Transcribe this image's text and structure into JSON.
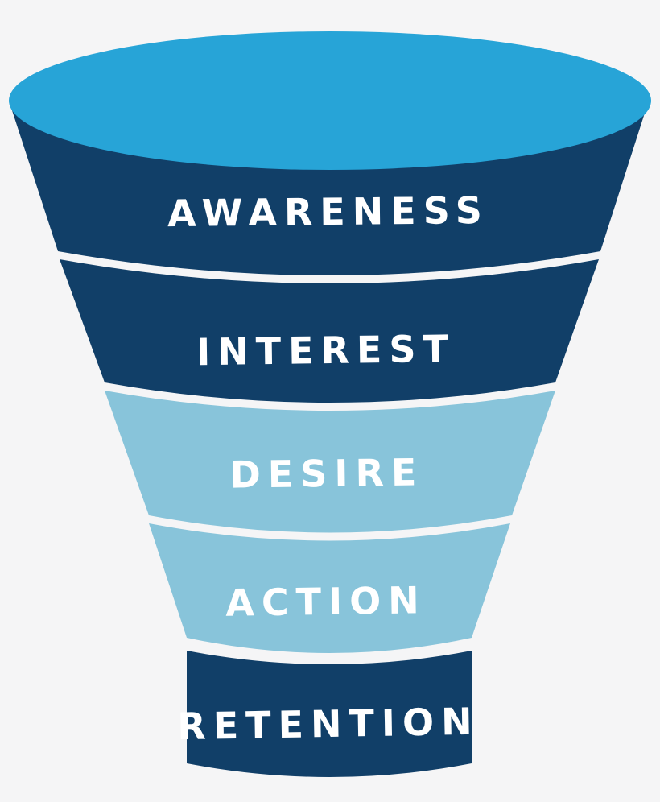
{
  "colors": {
    "background": "#f5f5f6",
    "funnel_top": "#27a4d7",
    "stage_dark": "#113f68",
    "stage_light": "#88c4da",
    "label_text": "#ffffff"
  },
  "funnel": {
    "stages": [
      {
        "label": "AWARENESS",
        "tone": "dark"
      },
      {
        "label": "INTEREST",
        "tone": "dark"
      },
      {
        "label": "DESIRE",
        "tone": "light"
      },
      {
        "label": "ACTION",
        "tone": "light"
      },
      {
        "label": "RETENTION",
        "tone": "dark"
      }
    ]
  }
}
